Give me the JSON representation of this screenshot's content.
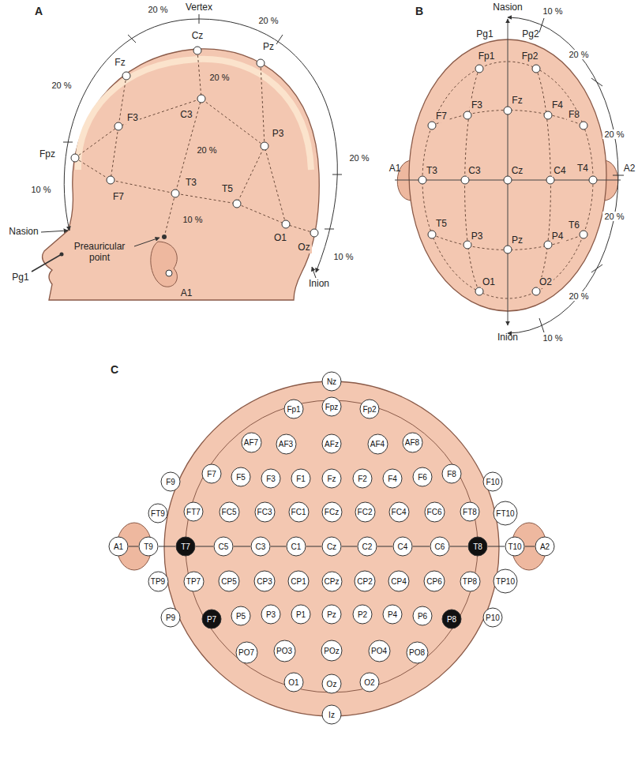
{
  "diagram": {
    "nodes": [
      {
        "text": [
          "Nz"
        ]
      },
      {
        "text": [
          "Fp1"
        ]
      },
      {
        "text": [
          "Fpz"
        ]
      },
      {
        "text": [
          "Fp2"
        ]
      },
      {
        "text": [
          "AF7"
        ]
      },
      {
        "text": [
          "AF3"
        ]
      },
      {
        "text": [
          "AFz"
        ]
      },
      {
        "text": [
          "AF4"
        ]
      },
      {
        "text": [
          "AF8"
        ]
      },
      {
        "text": [
          "F9"
        ]
      },
      {
        "text": [
          "F7"
        ]
      },
      {
        "text": [
          "F5"
        ]
      },
      {
        "text": [
          "F3"
        ]
      },
      {
        "text": [
          "F1"
        ]
      },
      {
        "text": [
          "Fz"
        ]
      },
      {
        "text": [
          "F2"
        ]
      },
      {
        "text": [
          "F4"
        ]
      },
      {
        "text": [
          "F6"
        ]
      },
      {
        "text": [
          "F8"
        ]
      },
      {
        "text": [
          "F10"
        ]
      },
      {
        "text": [
          "FT9"
        ]
      },
      {
        "text": [
          "FT7"
        ]
      },
      {
        "text": [
          "FC5"
        ]
      },
      {
        "text": [
          "FC3"
        ]
      },
      {
        "text": [
          "FC1"
        ]
      },
      {
        "text": [
          "FCz"
        ]
      },
      {
        "text": [
          "FC2"
        ]
      },
      {
        "text": [
          "FC4"
        ]
      },
      {
        "text": [
          "FC6"
        ]
      },
      {
        "text": [
          "FT8"
        ]
      },
      {
        "text": [
          "FT10"
        ]
      },
      {
        "text": [
          "A1"
        ]
      },
      {
        "text": [
          "T9"
        ]
      },
      {
        "text": [
          "T7"
        ]
      },
      {
        "text": [
          "C5"
        ]
      },
      {
        "text": [
          "C3"
        ]
      },
      {
        "text": [
          "C1"
        ]
      },
      {
        "text": [
          "Cz"
        ]
      },
      {
        "text": [
          "C2"
        ]
      },
      {
        "text": [
          "C4"
        ]
      },
      {
        "text": [
          "C6"
        ]
      },
      {
        "text": [
          "T8"
        ]
      },
      {
        "text": [
          "T10"
        ]
      },
      {
        "text": [
          "A2"
        ]
      },
      {
        "text": [
          "TP9"
        ]
      },
      {
        "text": [
          "TP7"
        ]
      },
      {
        "text": [
          "CP5"
        ]
      },
      {
        "text": [
          "CP3"
        ]
      },
      {
        "text": [
          "CP1"
        ]
      },
      {
        "text": [
          "CPz"
        ]
      },
      {
        "text": [
          "CP2"
        ]
      },
      {
        "text": [
          "CP4"
        ]
      },
      {
        "text": [
          "CP6"
        ]
      },
      {
        "text": [
          "TP8"
        ]
      },
      {
        "text": [
          "TP10"
        ]
      },
      {
        "text": [
          "P9"
        ]
      },
      {
        "text": [
          "P7"
        ]
      },
      {
        "text": [
          "P5"
        ]
      },
      {
        "text": [
          "P3"
        ]
      },
      {
        "text": [
          "P1"
        ]
      },
      {
        "text": [
          "Pz"
        ]
      },
      {
        "text": [
          "P2"
        ]
      },
      {
        "text": [
          "P4"
        ]
      },
      {
        "text": [
          "P6"
        ]
      },
      {
        "text": [
          "P8"
        ]
      },
      {
        "text": [
          "P10"
        ]
      },
      {
        "text": [
          "PO7"
        ]
      },
      {
        "text": [
          "PO3"
        ]
      },
      {
        "text": [
          "POz"
        ]
      },
      {
        "text": [
          "PO4"
        ]
      },
      {
        "text": [
          "PO8"
        ]
      },
      {
        "text": [
          "O1"
        ]
      },
      {
        "text": [
          "Oz"
        ]
      },
      {
        "text": [
          "O2"
        ]
      },
      {
        "text": [
          "Iz"
        ]
      }
    ],
    "edges": [
      {
        "from": 31,
        "to": 32,
        "arrow": "none"
      },
      {
        "from": 32,
        "to": 33,
        "arrow": "none"
      },
      {
        "from": 33,
        "to": 34,
        "arrow": "none"
      },
      {
        "from": 34,
        "to": 35,
        "arrow": "none"
      },
      {
        "from": 35,
        "to": 36,
        "arrow": "none"
      },
      {
        "from": 36,
        "to": 37,
        "arrow": "none"
      },
      {
        "from": 37,
        "to": 38,
        "arrow": "none"
      },
      {
        "from": 38,
        "to": 39,
        "arrow": "none"
      },
      {
        "from": 39,
        "to": 40,
        "arrow": "none"
      },
      {
        "from": 40,
        "to": 41,
        "arrow": "none"
      },
      {
        "from": 41,
        "to": 42,
        "arrow": "none"
      },
      {
        "from": 42,
        "to": 43,
        "arrow": "none"
      }
    ],
    "labels": [
      "A",
      "Vertex",
      "20 %",
      "20 %",
      "20 %",
      "20 %",
      "10 %",
      "10 %",
      "20 %",
      "20 %",
      "10 %",
      "Fpz",
      "Fz",
      "Cz",
      "Pz",
      "Oz",
      "F3",
      "C3",
      "P3",
      "F7",
      "T3",
      "T5",
      "O1",
      "A1",
      "Preauricular point",
      "Nasion",
      "Pg1",
      "Inion",
      "B",
      "Nasion",
      "10 %",
      "20 %",
      "20 %",
      "20 %",
      "20 %",
      "10 %",
      "Inion",
      "Pg1",
      "Pg2",
      "Fp1",
      "Fp2",
      "F7",
      "F3",
      "Fz",
      "F4",
      "F8",
      "A1",
      "T3",
      "C3",
      "Cz",
      "C4",
      "T4",
      "A2",
      "T5",
      "P3",
      "Pz",
      "P4",
      "T6",
      "O1",
      "O2",
      "C"
    ]
  }
}
